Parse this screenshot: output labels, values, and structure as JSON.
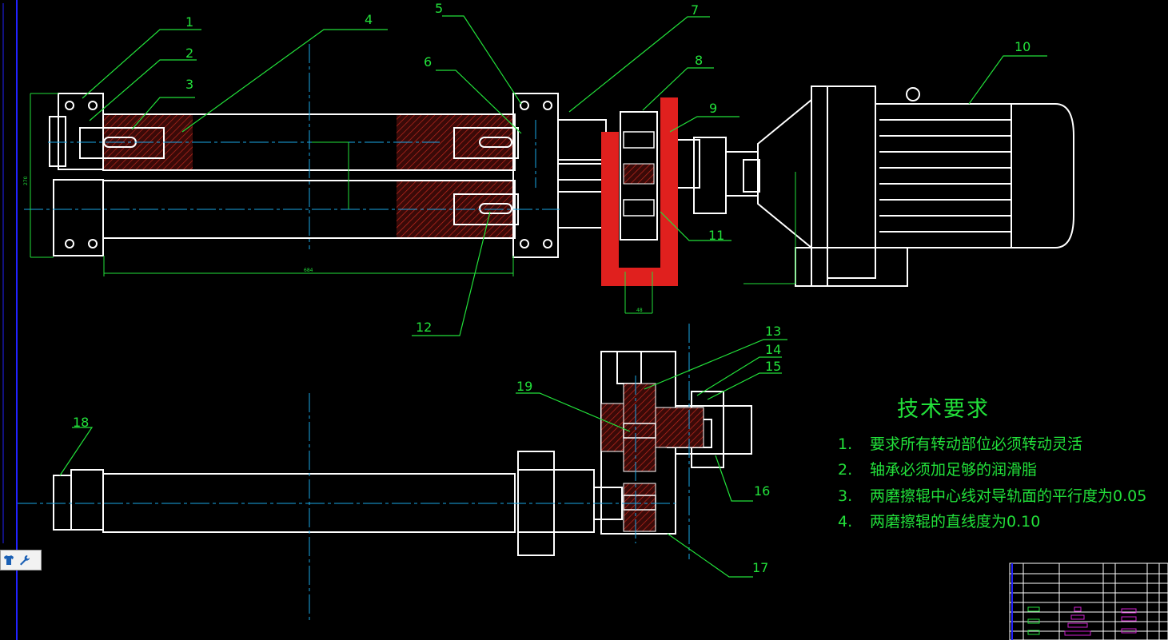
{
  "callouts": [
    {
      "id": "1",
      "label": "1"
    },
    {
      "id": "2",
      "label": "2"
    },
    {
      "id": "3",
      "label": "3"
    },
    {
      "id": "4",
      "label": "4"
    },
    {
      "id": "5",
      "label": "5"
    },
    {
      "id": "6",
      "label": "6"
    },
    {
      "id": "7",
      "label": "7"
    },
    {
      "id": "8",
      "label": "8"
    },
    {
      "id": "9",
      "label": "9"
    },
    {
      "id": "10",
      "label": "10"
    },
    {
      "id": "11",
      "label": "11"
    },
    {
      "id": "12",
      "label": "12"
    },
    {
      "id": "13",
      "label": "13"
    },
    {
      "id": "14",
      "label": "14"
    },
    {
      "id": "15",
      "label": "15"
    },
    {
      "id": "16",
      "label": "16"
    },
    {
      "id": "17",
      "label": "17"
    },
    {
      "id": "18",
      "label": "18"
    },
    {
      "id": "19",
      "label": "19"
    }
  ],
  "dimensions": {
    "overall_length": "684",
    "gear_width": "48",
    "left_height": "270"
  },
  "requirements": {
    "title": "技术要求",
    "items": [
      {
        "num": "1.",
        "text": "要求所有转动部位必须转动灵活"
      },
      {
        "num": "2.",
        "text": "轴承必须加足够的润滑脂"
      },
      {
        "num": "3.",
        "text": "两磨擦辊中心线对导轨面的平行度为0.05"
      },
      {
        "num": "4.",
        "text": "两磨擦辊的直线度为0.10"
      }
    ]
  },
  "colors": {
    "outline": "#ffffff",
    "leader": "#22e03a",
    "centerline": "#1aa7e6",
    "section": "#e0201e",
    "hatch": "#8a1a14",
    "border": "#2222ff"
  },
  "toolbar": {
    "icons": [
      "shirt-icon",
      "wrench-icon"
    ]
  }
}
